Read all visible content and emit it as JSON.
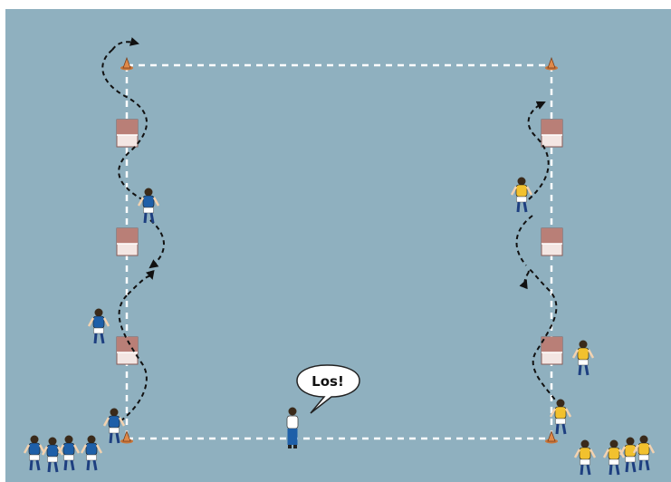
{
  "colors": {
    "field": "#8fb0bf",
    "line": "#ffffff",
    "cone": "#c9763a",
    "team_blue_shirt": "#1e5fa8",
    "team_blue_shorts": "#ffffff",
    "team_yellow_shirt": "#f2c12e",
    "team_yellow_shorts": "#ffffff",
    "coach_shirt": "#ffffff",
    "coach_pants": "#1e5fa8",
    "hurdle_top": "#b97f77",
    "hurdle_bottom": "#f3e6e3",
    "path": "#111111"
  },
  "coach": {
    "speech": "Los!"
  },
  "icons": {
    "cone": "cone-icon",
    "hurdle": "hurdle-icon",
    "player": "player-icon",
    "arrow": "arrowhead-icon"
  },
  "diagram": {
    "description_elements": [
      "field-boundary",
      "cones",
      "hurdles",
      "dribble-paths",
      "players",
      "coach"
    ]
  }
}
